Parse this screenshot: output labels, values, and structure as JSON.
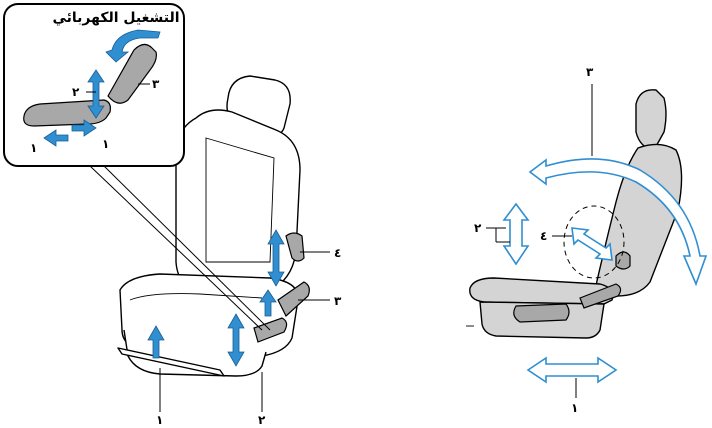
{
  "inset": {
    "title": "التشغيل الكهربائي"
  },
  "left_labels": {
    "label_1": "١",
    "label_2": "٢",
    "label_3": "٣",
    "label_4": "٤"
  },
  "inset_labels": {
    "label_1a": "١",
    "label_1b": "١",
    "label_2": "٢",
    "label_3": "٣"
  },
  "right_labels": {
    "label_1": "١",
    "label_2": "٢",
    "label_3": "٣",
    "label_4": "٤"
  },
  "colors": {
    "arrow_blue": "#2f8fd1",
    "seat_gray": "#d4d4d4"
  }
}
